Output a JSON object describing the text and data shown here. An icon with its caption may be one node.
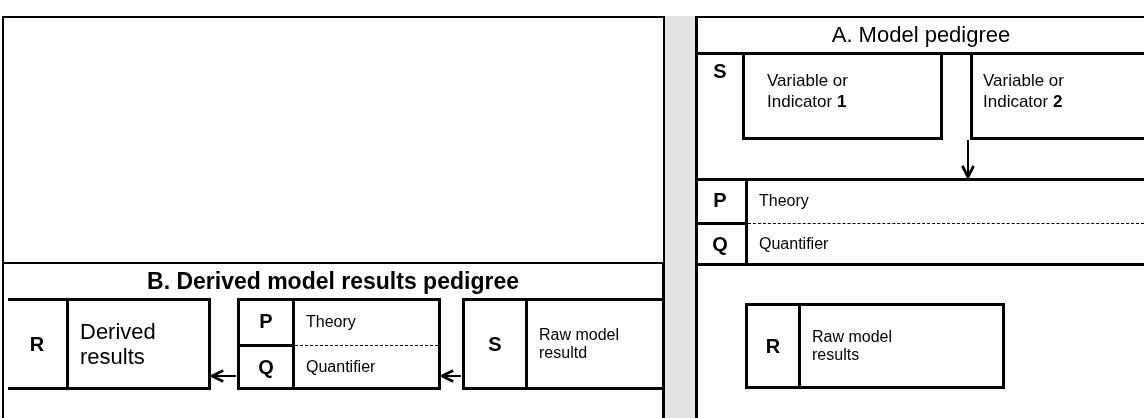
{
  "diagram": {
    "nodes": [
      {
        "text": [
          "A. Model pedigree"
        ]
      },
      {
        "text": [
          "S"
        ],
        "in": 0
      },
      {
        "text": [
          "Variable or Indicator **1**"
        ],
        "in": 1
      },
      {
        "text": [
          "Variable or Indicator **2**"
        ],
        "in": 1
      },
      {
        "text": [
          "P",
          "Theory",
          "Q",
          "Quantifier"
        ],
        "in": 0
      },
      {
        "text": [
          "R",
          "Raw model results"
        ],
        "in": 0
      },
      {
        "text": [
          "B. Derived model results pedigree"
        ]
      },
      {
        "text": [
          "R",
          "Derived results"
        ],
        "in": 6
      },
      {
        "text": [
          "P",
          "Theory",
          "Q",
          "Quantifier"
        ],
        "in": 6
      },
      {
        "text": [
          "S",
          "Raw model resultd"
        ],
        "in": 6
      },
      {
        "text": [],
        "shape": "bar"
      }
    ],
    "edges": [
      {
        "from": 1,
        "to": 4,
        "arrow": "to"
      },
      {
        "from": 9,
        "to": 8,
        "arrow": "to"
      },
      {
        "from": 8,
        "to": 7,
        "arrow": "to"
      }
    ]
  }
}
